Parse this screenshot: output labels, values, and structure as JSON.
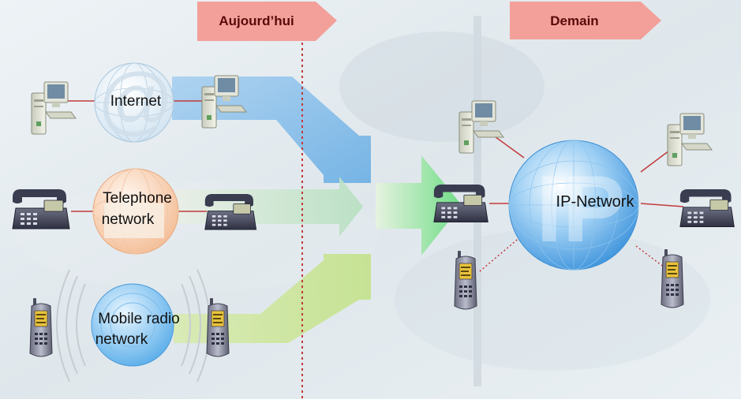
{
  "header": {
    "today_label": "Aujourd’hui",
    "tomorrow_label": "Demain"
  },
  "networks": {
    "internet": {
      "line1": "Internet",
      "line2": "",
      "symbol": "@"
    },
    "telephone": {
      "line1": "Telephone",
      "line2": "network"
    },
    "mobile": {
      "line1": "Mobile radio",
      "line2": "network"
    },
    "ip": {
      "label": "IP-Network",
      "watermark": "IP"
    }
  },
  "icons": [
    "desktop-pc-icon",
    "desk-phone-icon",
    "mobile-phone-icon"
  ],
  "colors": {
    "banner": "#f3a09a",
    "banner_text": "#5a0a0a",
    "arrow_internet": "#7fb6e6",
    "arrow_telephone": "#bfdcc9",
    "arrow_mobile": "#cfe69a",
    "arrow_big": "#8ee39a",
    "divider": "#c23a3a",
    "ip_globe": "#5aa8e6"
  }
}
